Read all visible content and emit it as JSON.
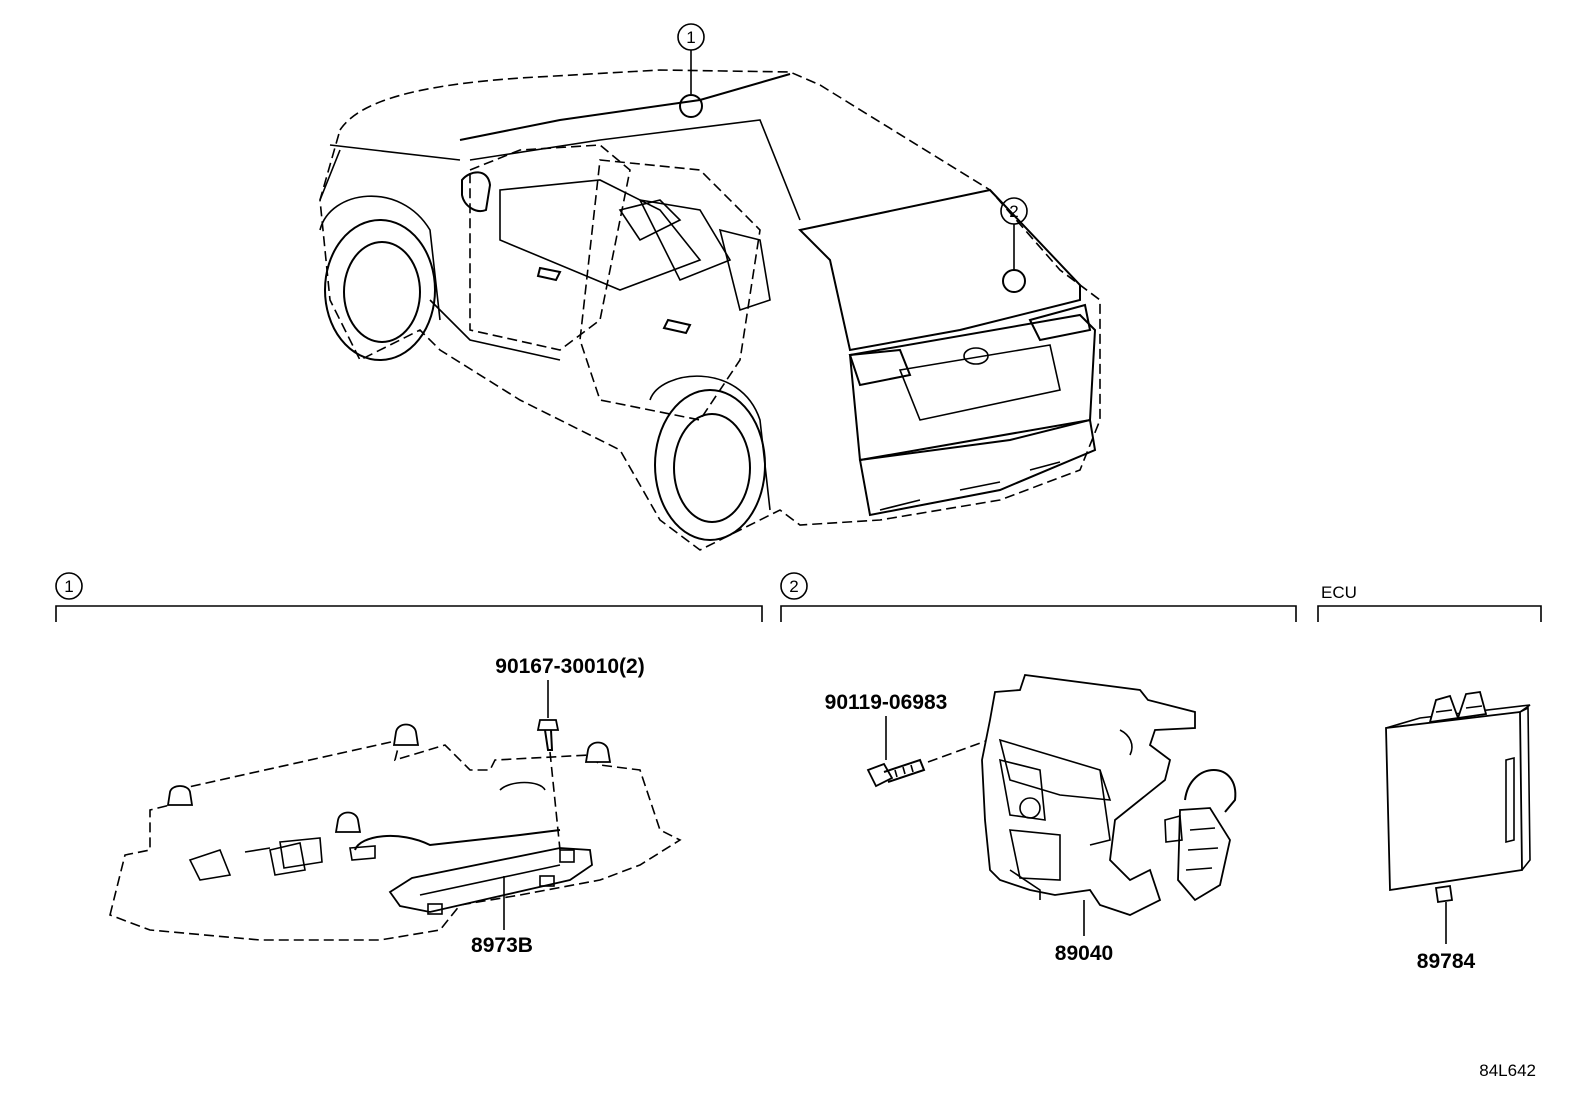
{
  "callouts": {
    "marker_1": "1",
    "marker_2": "2"
  },
  "sections": {
    "section_1": "1",
    "section_2": "2",
    "ecu": "ECU"
  },
  "parts": {
    "screw_90167": "90167-30010(2)",
    "camera_8973B": "8973B",
    "bolt_90119": "90119-06983",
    "lock_89040": "89040",
    "ecu_89784": "89784"
  },
  "drawing_id": "84L642"
}
